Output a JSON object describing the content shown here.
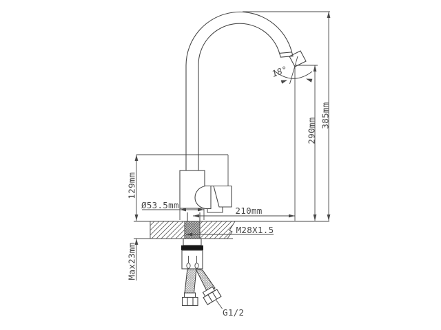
{
  "meta": {
    "background": "#ffffff",
    "line_color": "#474747",
    "seal_color": "#161616",
    "shank_fill": "#c7c7c7"
  },
  "drawing": {
    "type": "faucet-technical-drawing",
    "labels": {
      "spout_angle": "18°",
      "total_height": "385mm",
      "outlet_height": "290mm",
      "spout_reach": "210mm",
      "body_height": "129mm",
      "base_diameter": "Ø53.5mm",
      "mount_thread": "M28X1.5",
      "max_counter_thickness": "Max23mm",
      "hose_connection": "G1/2"
    }
  }
}
